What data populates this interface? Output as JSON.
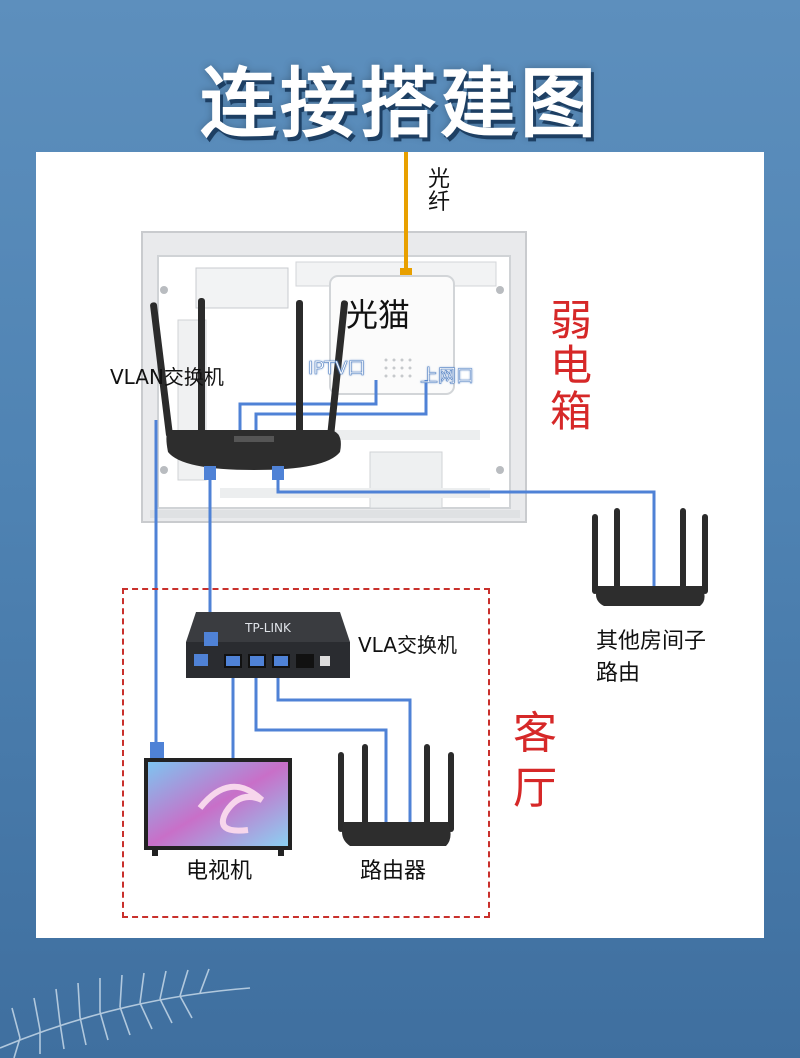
{
  "title": "连接搭建图",
  "labels": {
    "fiber": "光纤",
    "modem": "光猫",
    "iptv_port": "IPTV口",
    "wan_port": "上网口",
    "vlan_switch_top": "VLAN交换机",
    "vlan_switch_bottom": "VLA交换机",
    "weak_box": "弱电箱",
    "other_room_router": "其他房间子路由",
    "living_room": "客厅",
    "tv": "电视机",
    "router": "路由器"
  },
  "device_brand": "TP-LINK",
  "colors": {
    "cable": "#4f82d6",
    "fiber": "#e8a000",
    "accent_red": "#d62828",
    "title": "#ffffff",
    "background": "#4f83b3"
  }
}
